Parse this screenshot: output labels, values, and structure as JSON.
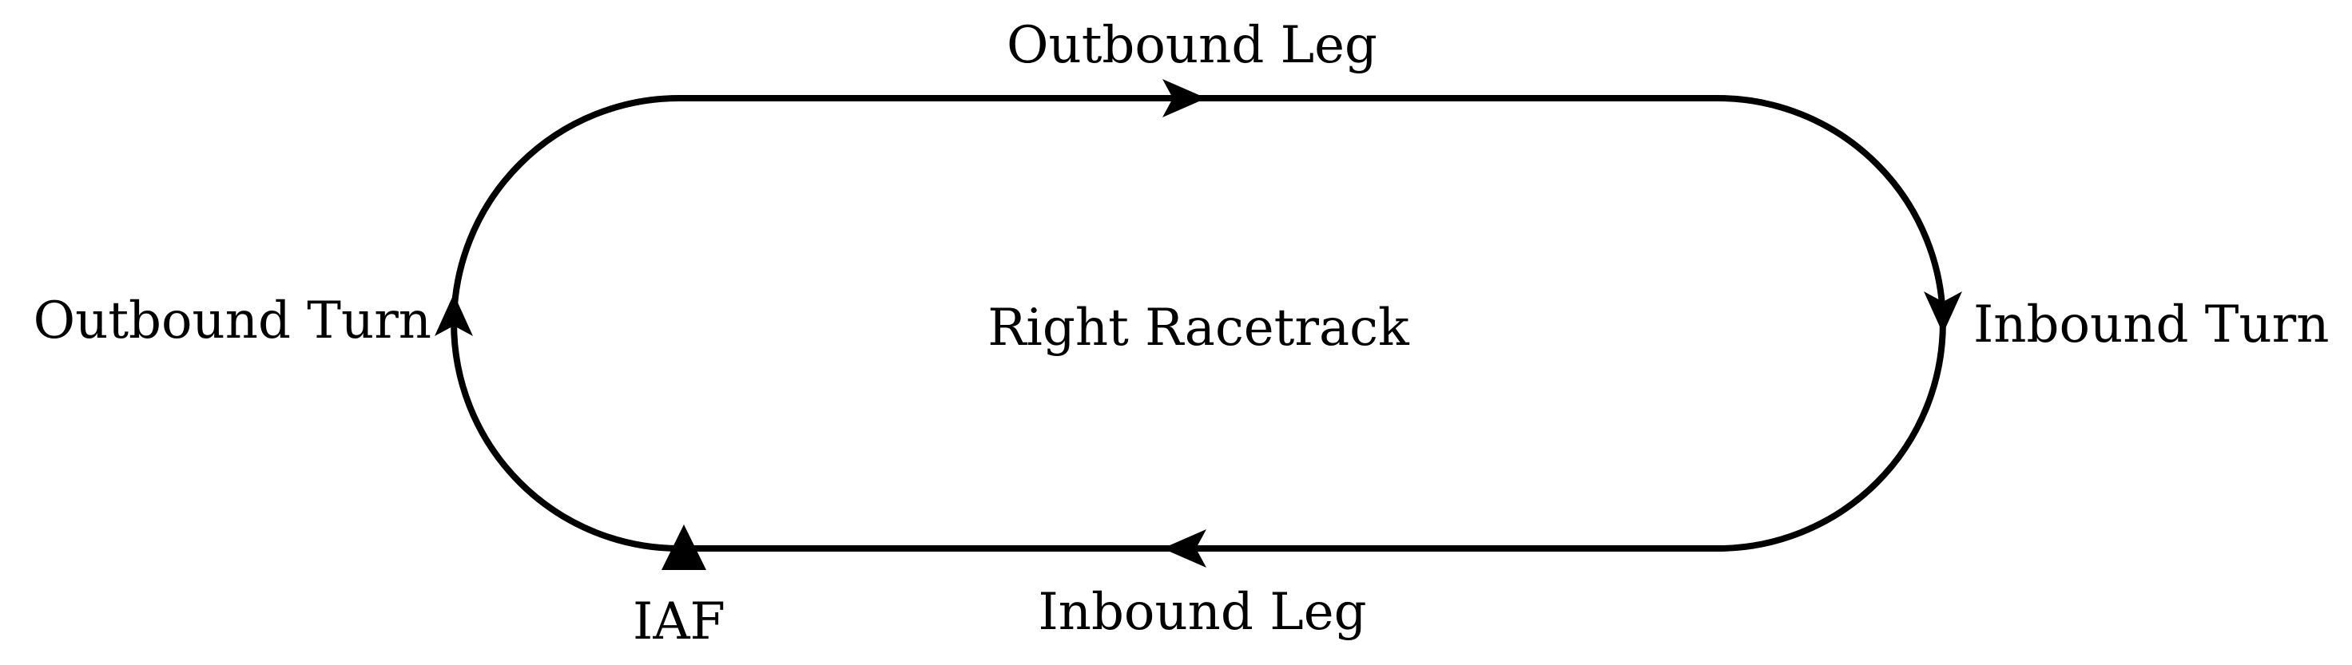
{
  "diagram": {
    "title": "Right Racetrack",
    "labels": {
      "outbound_leg": "Outbound Leg",
      "inbound_leg": "Inbound Leg",
      "outbound_turn": "Outbound Turn",
      "inbound_turn": "Inbound Turn",
      "iaf": "IAF"
    },
    "colors": {
      "stroke": "#000000",
      "background": "#ffffff"
    }
  }
}
